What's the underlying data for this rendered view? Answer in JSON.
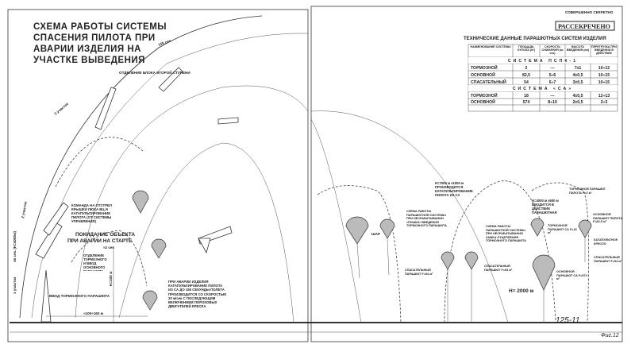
{
  "title": [
    "СХЕМА РАБОТЫ СИСТЕМЫ",
    "СПАСЕНИЯ  ПИЛОТА ПРИ",
    "АВАРИИ ИЗДЕЛИЯ НА",
    "УЧАСТКЕ ВЫВЕДЕНИЯ"
  ],
  "classification": {
    "top": "СОВЕРШЕННО СЕКРЕТНО",
    "stamp": "РАССЕКРЕЧЕНО"
  },
  "table": {
    "title": "ТЕХНИЧЕСКИЕ ДАННЫЕ ПАРАШЮТНЫХ СИСТЕМ ИЗДЕЛИЯ",
    "headers": [
      "НАИМЕНОВАНИЕ СИСТЕМЫ",
      "ПЛОЩАДЬ КУПОЛА (м²)",
      "СКОРОСТЬ СНИЖЕНИЯ (м/сек)",
      "ВЫСОТА ВВЕДЕНИЯ (км)",
      "ПЕРЕГРУЗКА ПРИ ВВЕДЕНИИ В ДЕЙСТВИЕ"
    ],
    "section1": "СИСТЕМА  ПСПК-1",
    "rows1": [
      [
        "ТОРМОЗНОЙ",
        "2",
        "—",
        "7±1",
        "10÷12"
      ],
      [
        "ОСНОВНОЙ",
        "82,5",
        "5÷6",
        "4±0,5",
        "10÷15"
      ],
      [
        "СПАСАТЕЛЬНЫЙ",
        "54",
        "6÷7",
        "3±0,5",
        "10÷15"
      ]
    ],
    "section2": "СИСТЕМА «СА»",
    "rows2": [
      [
        "ТОРМОЗНОЙ",
        "18",
        "—",
        "4±0,5",
        "12÷13"
      ],
      [
        "ОСНОВНОЙ",
        "574",
        "8÷10",
        "2±0,5",
        "2÷3"
      ]
    ]
  },
  "labels": {
    "t155": "155 сек.",
    "separation": "ОТДЕЛЕНИЕ БЛОКА ВТОРОЙ СТУПЕНИ",
    "stage3": "3 участок",
    "stage2": "2 участок",
    "stage1": "1 участок",
    "t16": "16 сек. (Н=4000м)",
    "command": "КОМАНДА НА ОТСТРЕЛ КРЫШКИ ЛЮКА ВЦ И КАТАПУЛЬТИРОВАНИЕ ПИЛОТА (ОТ СИСТЕМЫ УПРАВЛЕНИЯ)",
    "launch_title": [
      "ПОКИДАНИЕ  ОБЪЕКТА",
      "ПРИ  АВАРИИ  НА  СТАРТЕ"
    ],
    "drag_intro": "ВВОД ТОРМОЗНОГО ПАРАШЮТА",
    "main_intro": "ОТДЕЛЕНИЕ ТОРМОЗНОГО И ВВОД ОСНОВНОГО ПАРАШЮТА",
    "t2": "≈2 сек",
    "h100": "Н=100 м",
    "dist": "≈100÷160 м",
    "pilot_note": "ПРИ АВАРИИ ИЗДЕЛИЯ КАТАПУЛЬТИРОВАНИЕ ПИЛОТА ИЗ СА ДО 155 СЕКУНДЫ ПОЛЕТА ПРОИЗВОДИТСЯ СО СКОРОСТЬЮ 20 м/сек С ПОСЛЕДУЮЩИМ ВКЛЮЧЕНИЕМ ПОРОХОВЫХ ДВИГАТЕЛЕЙ КРЕСЛА",
    "h7000": "Н=7000 м ±1000 м ПРОИЗВОДИТСЯ КАТАПУЛЬТИРОВАНИЕ ПИЛОТА ИЗ СА",
    "scheme1": "СХЕМА РАБОТЫ ПАРАШЮТНОЙ СИСТЕМЫ ПРИ НЕСРАБАТЫВАНИИ «ПУШКИ» ВВЕДЕНИЯ ТОРМОЗНОГО ПАРАШЮТА",
    "scheme2": "СХЕМА РАБОТЫ ПАРАШЮТНОЙ СИСТЕМЫ ПРИ НЕСРАБАТЫВАНИИ ЗАМКА ОТЦЕПЛЕНИЯ ТОРМОЗНОГО ПАРАШЮТА",
    "h4000": "Н=4000 м ±500 м ВВОДИТСЯ В ДЕЙСТВИЕ ПАРАШЮТНАЯ СИСТЕМА",
    "drag_pilot": "ТОРМОЗНОЙ ПАРАШЮТ ПИЛОТА F=2 м²",
    "drag_sa": "ТОРМОЗНОЙ ПАРАШЮТ СА F=18 м²",
    "main_pilot": "ОСНОВНОЙ ПАРАШЮТ ПИЛОТА F=82,5 м²",
    "seat": "КАТАПУЛЬТНОЕ КРЕСЛО",
    "reserve_a": "СПАСАТЕЛЬНЫЙ ПАРАШЮТ F=54 м²",
    "reserve_b": "СПАСАТЕЛЬНЫЙ ПАРАШЮТ F=54 м²",
    "reserve_c": "СПАСАТЕЛЬНЫЙ ПАРАШЮТ F=54 м²",
    "main_sa": "ОСНОВНОЙ ПАРАШЮТ СА F=574 м²",
    "h2000": "Н= 2000 м",
    "hook": "ШАР",
    "number": "125-11",
    "sheet": "Фиг.12"
  }
}
